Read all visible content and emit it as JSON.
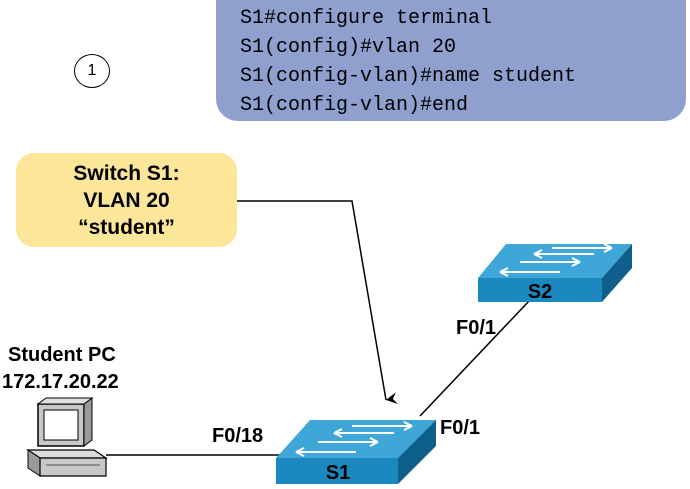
{
  "step": {
    "number": "1"
  },
  "commands": [
    "S1#configure terminal",
    "S1(config)#vlan 20",
    "S1(config-vlan)#name student",
    "S1(config-vlan)#end"
  ],
  "callout": {
    "line1": "Switch S1:",
    "line2": "VLAN 20",
    "line3": "“student”"
  },
  "pc": {
    "name": "Student PC",
    "ip": "172.17.20.22"
  },
  "switches": {
    "s1": "S1",
    "s2": "S2"
  },
  "ports": {
    "s1_f018": "F0/18",
    "s1_f01": "F0/1",
    "s2_f01": "F0/1"
  },
  "colors": {
    "command_box": "#8fa0cf",
    "callout": "#fbe69a",
    "switch_top": "#3fa6d8",
    "switch_front": "#1c88c0",
    "switch_side": "#0e5f8c"
  },
  "icons": [
    "switch-icon",
    "computer-icon",
    "arrow-icon"
  ]
}
